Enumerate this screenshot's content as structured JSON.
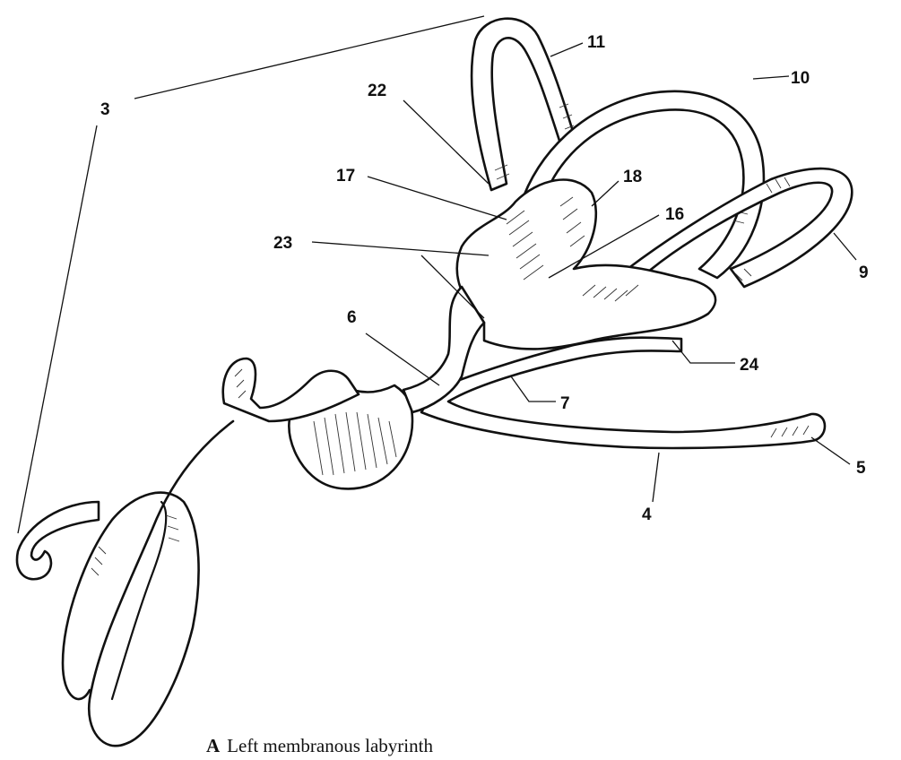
{
  "figure": {
    "caption_letter": "A",
    "caption_text": "Left membranous labyrinth"
  },
  "labels": {
    "l3": "3",
    "l4": "4",
    "l5": "5",
    "l6": "6",
    "l7": "7",
    "l9": "9",
    "l10": "10",
    "l11": "11",
    "l16": "16",
    "l17": "17",
    "l18": "18",
    "l22": "22",
    "l23": "23",
    "l24": "24"
  },
  "colors": {
    "ink": "#111111",
    "paper": "#ffffff"
  }
}
